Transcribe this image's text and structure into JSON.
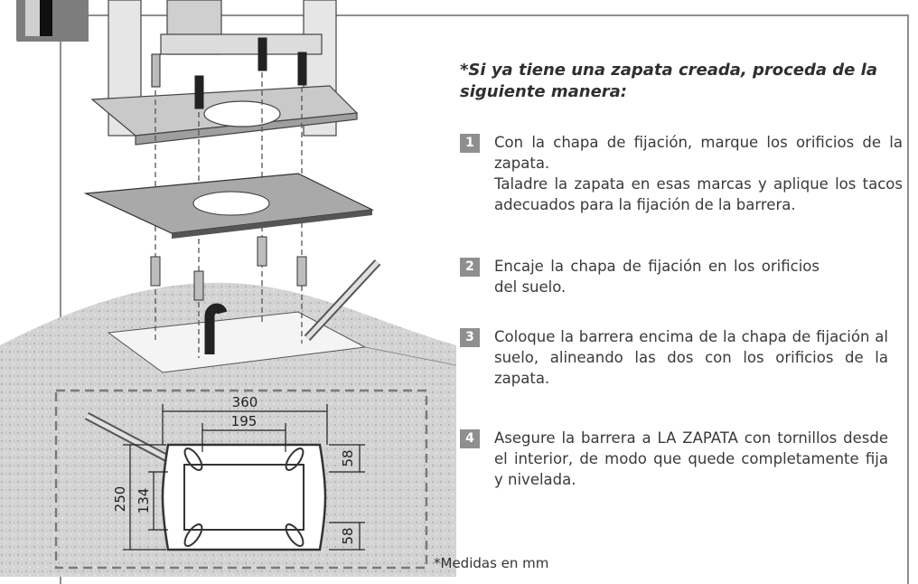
{
  "intro": "*Si ya tiene una zapata creada, proceda de la siguiente manera:",
  "steps": [
    {
      "number": "1",
      "text": "Con la chapa de fijación, marque los orificios de la zapata.",
      "extra": "Taladre la zapata en esas marcas y aplique los tacos adecuados para la fijación de la barrera."
    },
    {
      "number": "2",
      "text": "Encaje la chapa de fijación en los orificios del suelo."
    },
    {
      "number": "3",
      "text": "Coloque la barrera encima de la chapa de fijación al suelo, alineando las dos con los orificios de la zapata."
    },
    {
      "number": "4",
      "text": "Asegure la barrera a LA ZAPATA con tornillos desde el interior, de modo que quede completamente fija y nivelada."
    }
  ],
  "dimensions": {
    "width_outer": "360",
    "width_inner": "195",
    "height_outer": "250",
    "height_inner": "134",
    "edge_top": "58",
    "edge_bottom": "58"
  },
  "footnote": "*Medidas en mm",
  "colors": {
    "accent_gray": "#8f8f8f",
    "frame": "#8e8e8e"
  }
}
